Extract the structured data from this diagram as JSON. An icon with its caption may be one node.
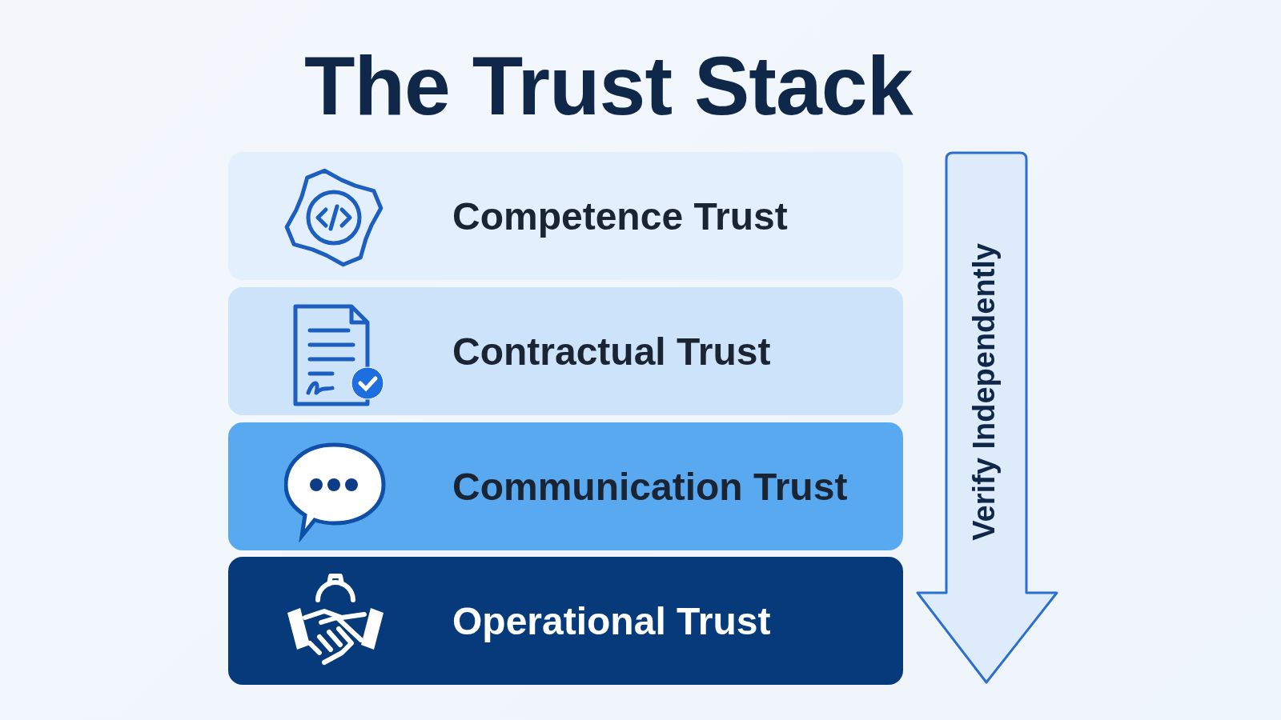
{
  "diagram": {
    "title": "The Trust Stack",
    "nodes": [
      {
        "text": [
          "Competence Trust"
        ]
      },
      {
        "text": [
          "Contractual Trust"
        ]
      },
      {
        "text": [
          "Communication Trust"
        ]
      },
      {
        "text": [
          "Operational Trust"
        ]
      },
      {
        "text": [
          "Verify Independently"
        ]
      }
    ]
  }
}
